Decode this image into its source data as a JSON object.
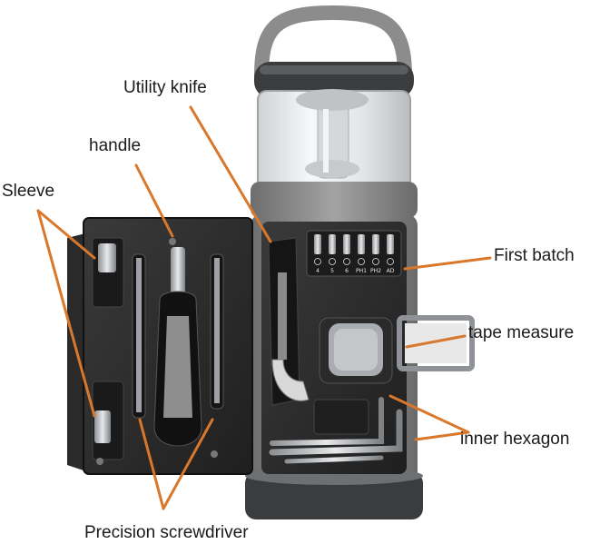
{
  "labels": {
    "utility_knife": "Utility knife",
    "handle": "handle",
    "sleeve": "Sleeve",
    "first_batch": "First batch",
    "tape_measure": "tape measure",
    "inner_hexagon": "inner hexagon",
    "precision_screwdriver": "Precision screwdriver"
  },
  "bit_markings": [
    "4",
    "5",
    "6",
    "PH1",
    "PH2",
    "AD"
  ],
  "colors": {
    "leader_line": "#d9772b",
    "case_dark": "#2b2b2b",
    "case_gray": "#8a8a8a",
    "background": "#ffffff"
  }
}
